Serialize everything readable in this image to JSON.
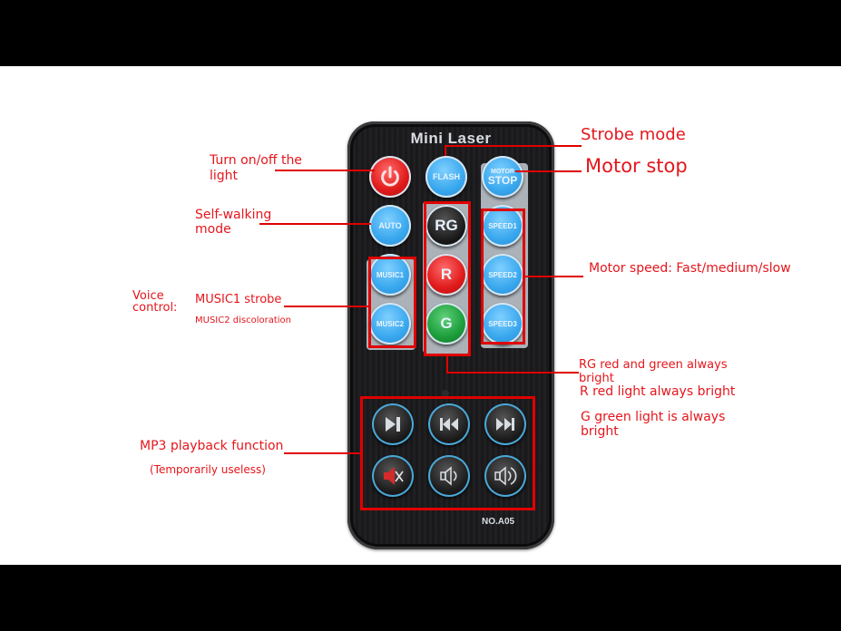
{
  "remote": {
    "title": "Mini Laser",
    "model": "NO.A05",
    "buttons": {
      "power": "power-icon",
      "flash": "FLASH",
      "motor_stop_top": "MOTOR",
      "motor_stop_bottom": "STOP",
      "auto": "AUTO",
      "rg": "RG",
      "r": "R",
      "g": "G",
      "speed1": "SPEED1",
      "speed2": "SPEED2",
      "speed3": "SPEED3",
      "music1": "MUSIC1",
      "music2": "MUSIC2"
    },
    "mp3_buttons": [
      "play-pause-icon",
      "previous-icon",
      "next-icon",
      "mute-icon",
      "volume-down-icon",
      "volume-up-icon"
    ]
  },
  "annotations": {
    "power": "Turn on/off the\nlight",
    "power_l1": "Turn on/off the",
    "power_l2": "light",
    "self_walking_l1": "Self-walking",
    "self_walking_l2": "mode",
    "voice_l1": "Voice",
    "voice_l2": "control:",
    "music1": "MUSIC1 strobe",
    "music2": "MUSIC2 discoloration",
    "strobe": "Strobe mode",
    "motor_stop": "Motor stop",
    "motor_speed": "Motor speed: Fast/medium/slow",
    "rg_l1": "RG red and green always",
    "rg_l2": "bright",
    "r": "R red light always bright",
    "g_l1": "G green light is always",
    "g_l2": "bright",
    "mp3": "MP3 playback function",
    "mp3_note": "(Temporarily useless)"
  },
  "colors": {
    "annotation": "#e4161c",
    "button_blue": "#3aa8ee",
    "remote_body": "#1b1b1d"
  }
}
